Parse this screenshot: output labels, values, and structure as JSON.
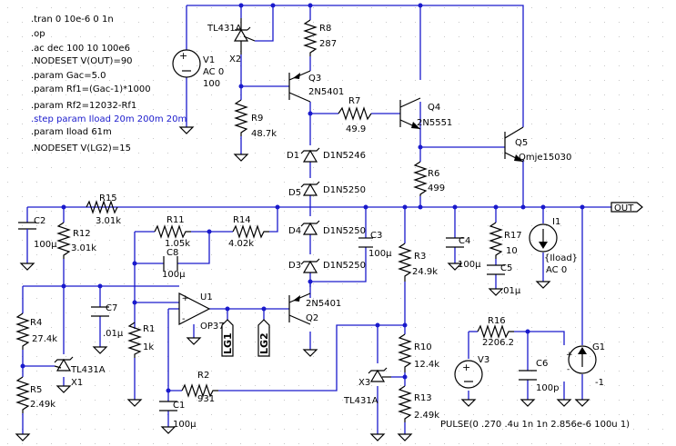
{
  "directives": {
    "tran": ".tran 0 10e-6 0 1n",
    "op": ".op",
    "ac": ".ac dec 100 10 100e6",
    "nodeset1": ".NODESET V(OUT)=90",
    "gac": ".param Gac=5.0",
    "rf1": ".param Rf1=(Gac-1)*1000",
    "rf2": ".param Rf2=12032-Rf1",
    "step": ".step param Iload 20m 200m 20m",
    "iload": ".param Iload 61m",
    "nodeset2": ".NODESET V(LG2)=15"
  },
  "components": {
    "tl431_top": "TL431A",
    "x2": "X2",
    "v1": "V1",
    "v1_ac": "AC 0",
    "v1_val": "100",
    "r8": "R8",
    "r8_val": "287",
    "q3": "Q3",
    "q3_type": "2N5401",
    "r7": "R7",
    "r7_val": "49.9",
    "q4": "Q4",
    "q4_type": "2N5551",
    "q5": "Q5",
    "q5_type": "Qmje15030",
    "r9": "R9",
    "r9_val": "48.7k",
    "r6": "R6",
    "r6_val": "499",
    "d1": "D1",
    "d1_type": "D1N5246",
    "d5": "D5",
    "d5_type": "D1N5250",
    "d4": "D4",
    "d4_type": "D1N5250",
    "d3": "D3",
    "d3_type": "D1N5250",
    "c3": "C3",
    "c3_val": "100µ",
    "c2": "C2",
    "c2_val": "100µ",
    "r15": "R15",
    "r15_val": "3.01k",
    "r12": "R12",
    "r12_val": "3.01k",
    "r11": "R11",
    "r11_val": "1.05k",
    "r14": "R14",
    "r14_val": "4.02k",
    "c8": "C8",
    "c8_val": "100µ",
    "c4": "C4",
    "c4_val": "100µ",
    "r17": "R17",
    "r17_val": "10",
    "c5": "C5",
    "c5_val": ".01µ",
    "i1": "I1",
    "i1_val": "{Iload}",
    "i1_ac": "AC 0",
    "out": "OUT",
    "u1": "U1",
    "u1_type": "OP37",
    "c7": "C7",
    "c7_val": ".01µ",
    "r1": "R1",
    "r1_val": "1k",
    "r3": "R3",
    "r3_val": "24.9k",
    "q2": "Q2",
    "q2_type": "2N5401",
    "lg1": "LG1",
    "lg2": "LG2",
    "r4": "R4",
    "r4_val": "27.4k",
    "tl431_left": "TL431A",
    "x1": "X1",
    "r5": "R5",
    "r5_val": "2.49k",
    "r2": "R2",
    "r2_val": "931",
    "c1": "C1",
    "c1_val": "100µ",
    "r16": "R16",
    "r16_val": "2206.2",
    "c6": "C6",
    "c6_val": "100p",
    "g1": "G1",
    "g1_val": "-1",
    "v3": "V3",
    "r10": "R10",
    "r10_val": "12.4k",
    "x3": "X3",
    "tl431_bottom": "TL431A",
    "r13": "R13",
    "r13_val": "2.49k",
    "pulse": "PULSE(0 .270 .4u 1n 1n 2.856e-6 100u 1)"
  },
  "colors": {
    "wire": "#1a1acc",
    "component": "#000000",
    "background": "#ffffff",
    "grid": "#c8c8c8"
  }
}
